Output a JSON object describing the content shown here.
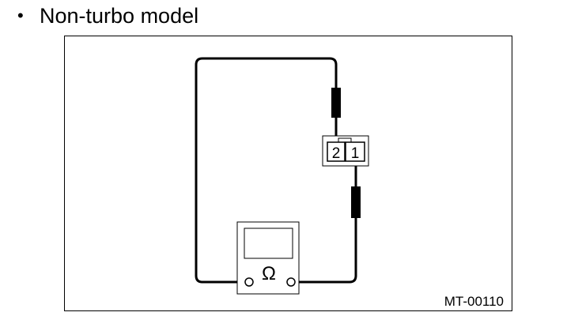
{
  "heading": {
    "bullet": "•",
    "text": "Non-turbo model"
  },
  "diagram": {
    "connector": {
      "pin_left": "2",
      "pin_right": "1"
    },
    "meter": {
      "symbol": "Ω",
      "icon": "ohmmeter-icon"
    },
    "figure_code": "MT-00110",
    "colors": {
      "line": "#000000",
      "background": "#ffffff"
    }
  }
}
